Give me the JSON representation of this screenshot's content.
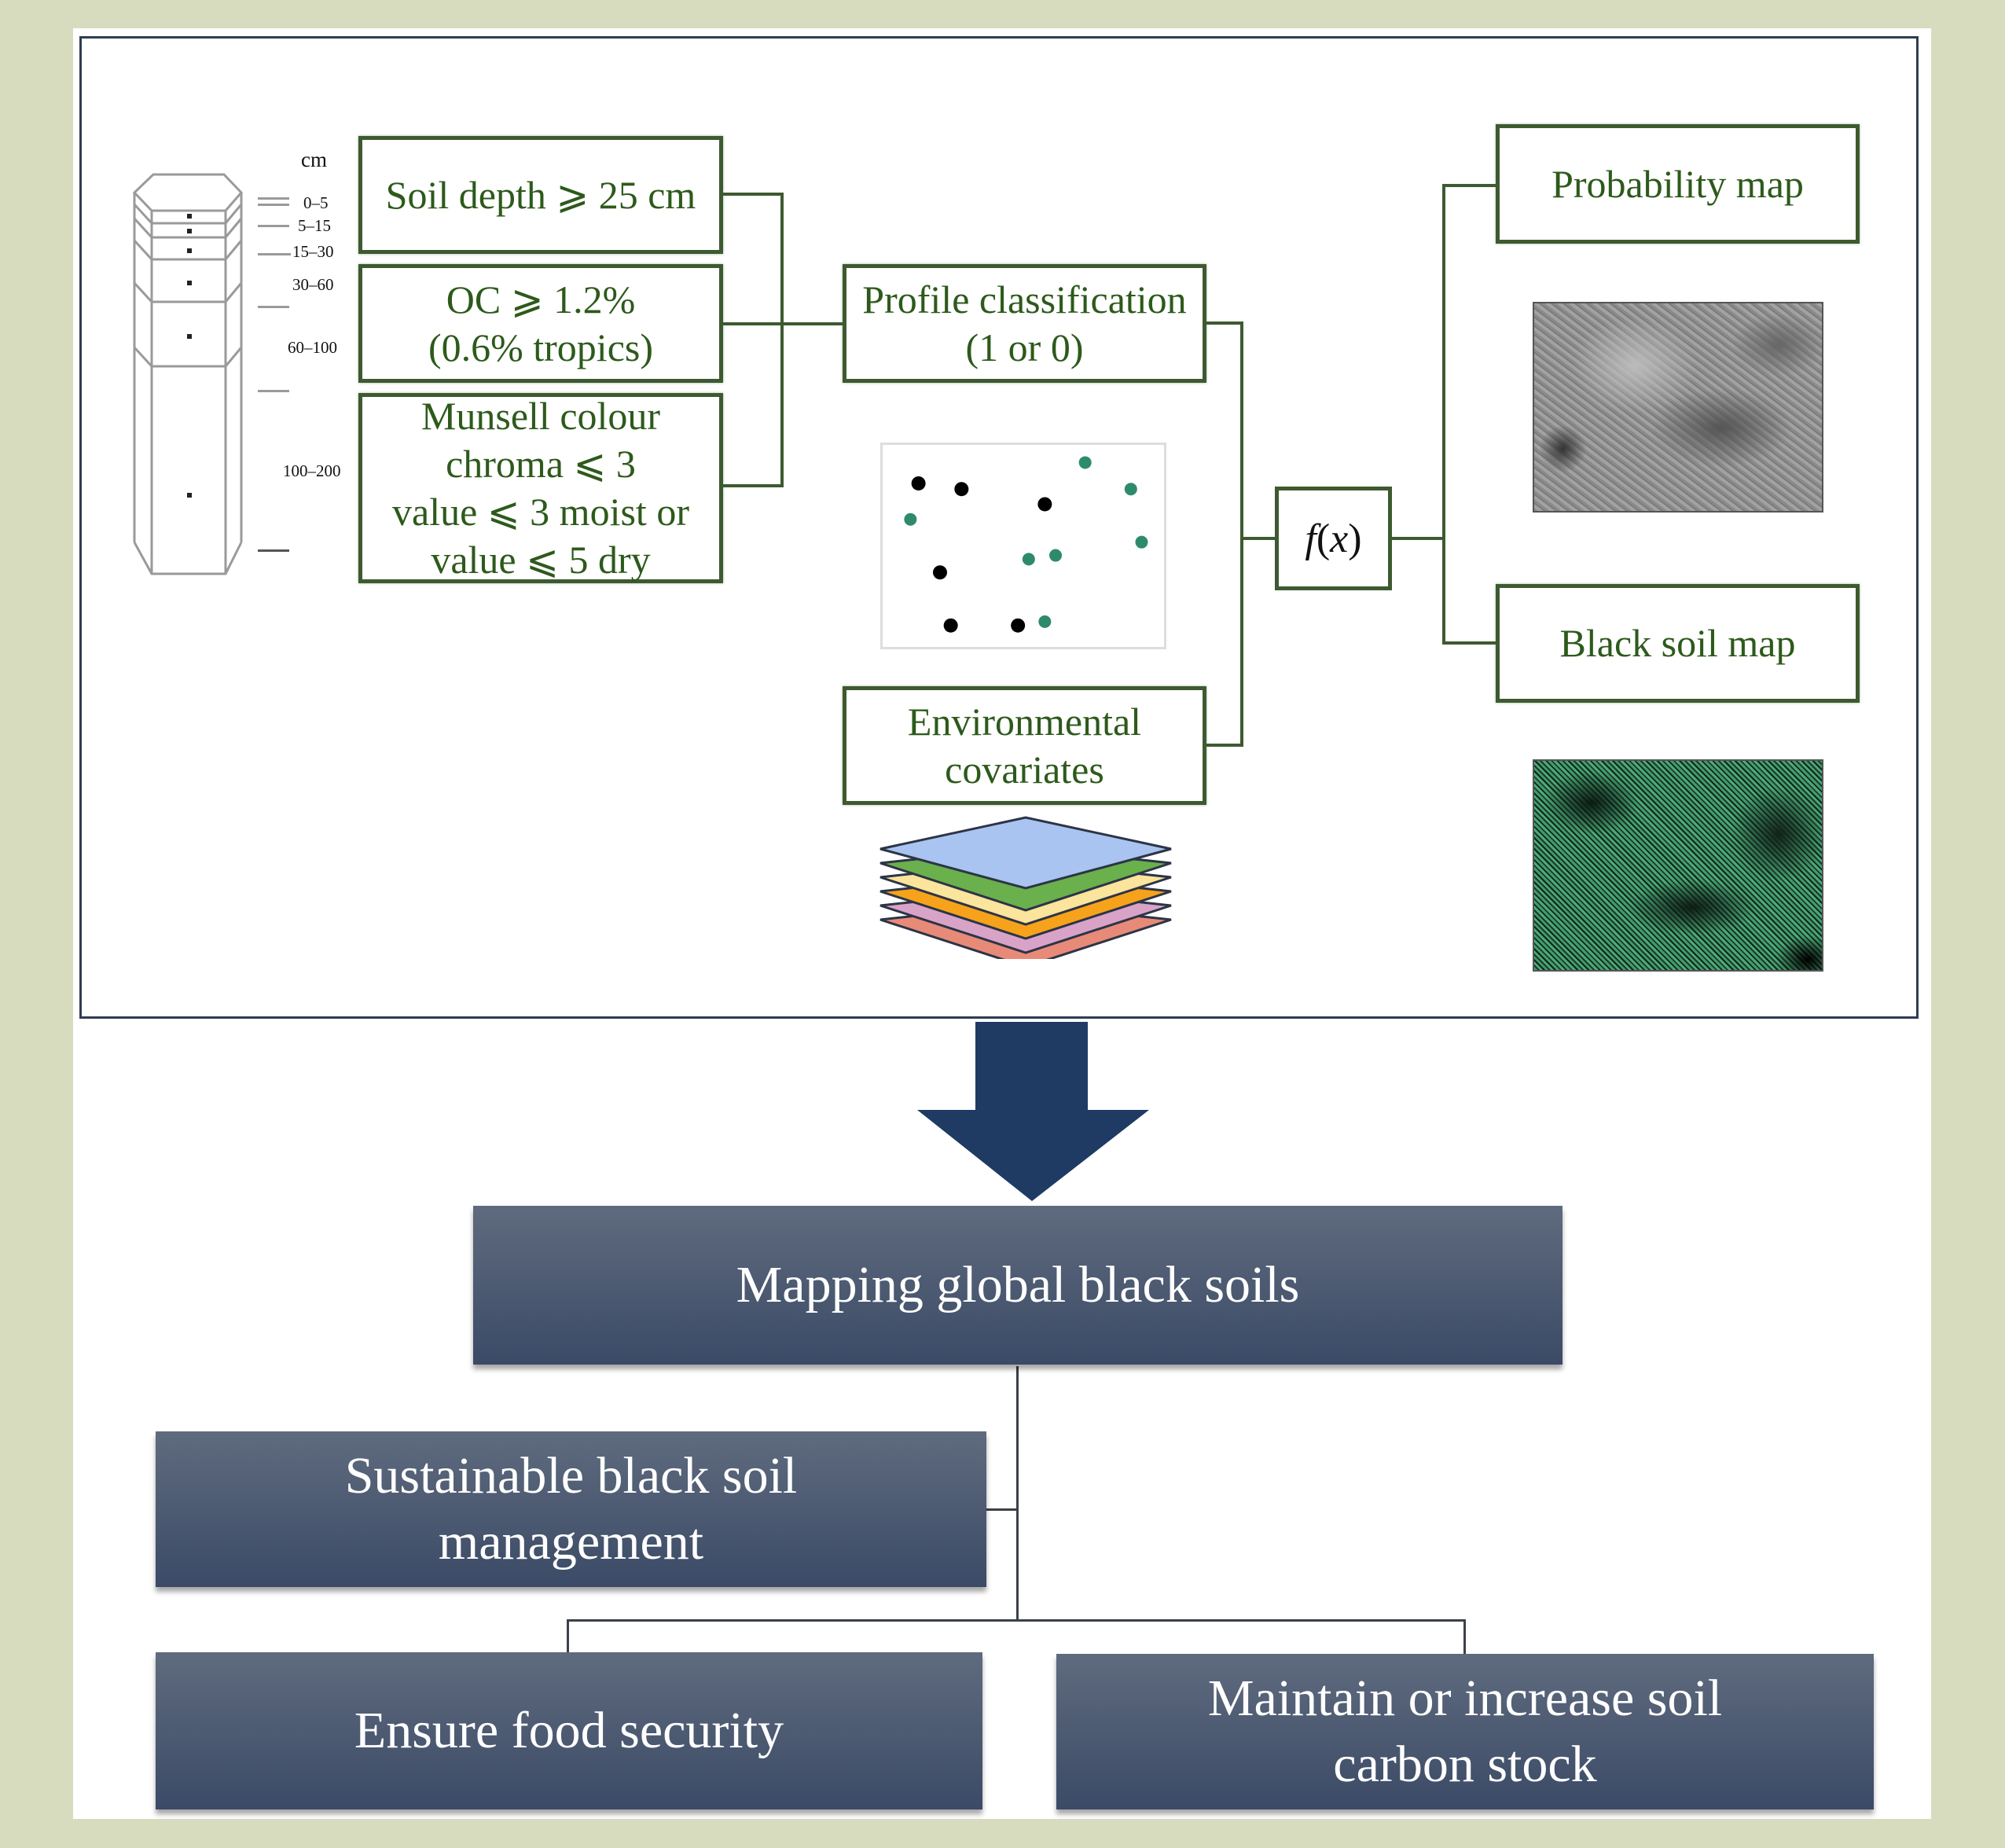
{
  "profile": {
    "unit_label": "cm",
    "depths": [
      "0–5",
      "5–15",
      "15–30",
      "30–60",
      "60–100",
      "100–200"
    ]
  },
  "criteria": [
    {
      "lines": [
        "Soil depth ⩾ 25 cm"
      ]
    },
    {
      "lines": [
        "OC ⩾ 1.2%",
        "(0.6% tropics)"
      ]
    },
    {
      "lines": [
        "Munsell colour",
        "chroma ⩽ 3",
        "value ⩽ 3 moist or",
        "value ⩽ 5 dry"
      ]
    }
  ],
  "classification": {
    "lines": [
      "Profile classification",
      "(1 or 0)"
    ]
  },
  "covariates": {
    "lines": [
      "Environmental",
      "covariates"
    ],
    "layer_colors": [
      "#e88a78",
      "#d9a3c8",
      "#f7a21b",
      "#fbe49b",
      "#6ab04c",
      "#a9c4f0"
    ]
  },
  "points": {
    "black": [
      [
        0.11,
        0.17
      ],
      [
        0.27,
        0.2
      ],
      [
        0.58,
        0.28
      ],
      [
        0.19,
        0.64
      ],
      [
        0.23,
        0.92
      ],
      [
        0.48,
        0.92
      ]
    ],
    "green": [
      [
        0.73,
        0.06
      ],
      [
        0.9,
        0.2
      ],
      [
        0.08,
        0.36
      ],
      [
        0.94,
        0.48
      ],
      [
        0.52,
        0.57
      ],
      [
        0.62,
        0.55
      ],
      [
        0.58,
        0.9
      ]
    ]
  },
  "function_label": {
    "f": "f",
    "open": "(",
    "x": "x",
    "close": ")"
  },
  "outputs": {
    "probability_map": "Probability map",
    "black_soil_map": "Black soil map"
  },
  "bottom": {
    "main": {
      "lines": [
        "Mapping global black soils"
      ]
    },
    "sustainable": {
      "lines": [
        "Sustainable black soil",
        "management"
      ]
    },
    "food": {
      "lines": [
        "Ensure food security"
      ]
    },
    "carbon": {
      "lines": [
        "Maintain or increase soil",
        "carbon stock"
      ]
    }
  },
  "colors": {
    "background": "#d8dcbe",
    "green_text": "#2d5a1b",
    "green_border": "#3d5a30",
    "arrow": "#1f3a63",
    "box_top": "#5f6b7e",
    "box_bottom": "#3b4a66",
    "point_green": "#2e8b6a"
  }
}
